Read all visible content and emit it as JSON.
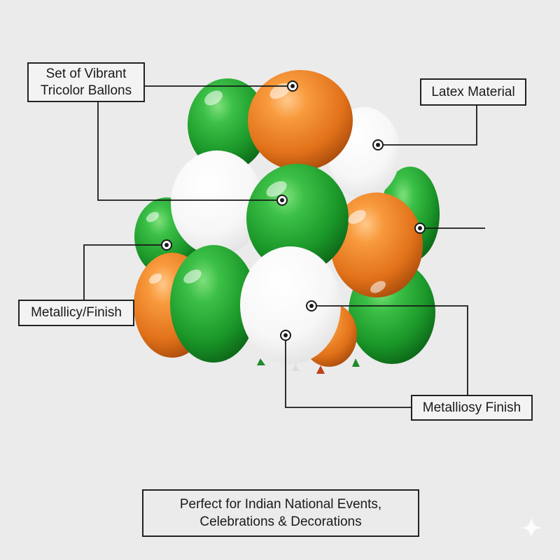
{
  "callouts": {
    "vibrant": {
      "line1": "Set of Vibrant",
      "line2": "Tricolor Ballons"
    },
    "latex": "Latex Material",
    "metallicy": "Metallicy/Finish",
    "metalliosy": "Metalliosy Finish"
  },
  "footer": {
    "line1": "Perfect for Indian National Events,",
    "line2": "Celebrations & Decorations"
  },
  "colors": {
    "background": "#ebebeb",
    "green": "#1f9a2c",
    "orange": "#e6761d",
    "white": "#f8f8f8",
    "line": "#1a1a1a"
  },
  "icons": {
    "sparkle": "sparkle-icon"
  }
}
